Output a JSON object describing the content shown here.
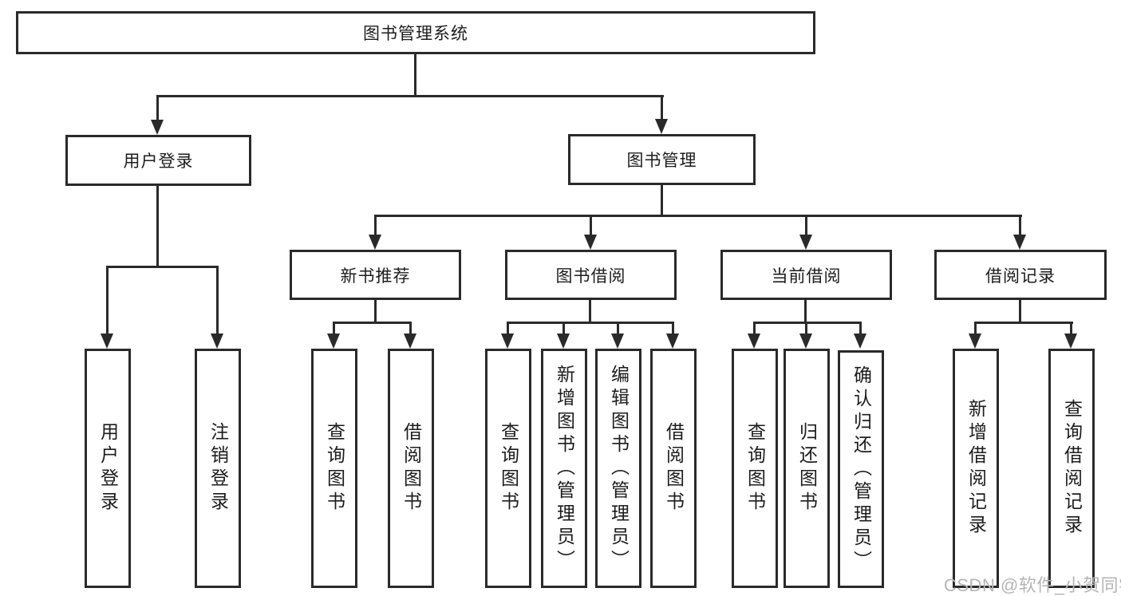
{
  "diagram": {
    "root": {
      "label": "图书管理系统"
    },
    "branches": [
      {
        "label": "用户登录",
        "children": [
          "用户登录",
          "注销登录"
        ]
      },
      {
        "label": "图书管理",
        "sections": [
          {
            "label": "新书推荐",
            "children": [
              "查询图书",
              "借阅图书"
            ]
          },
          {
            "label": "图书借阅",
            "children": [
              "查询图书",
              "新增图书（管理员）",
              "编辑图书（管理员）",
              "借阅图书"
            ]
          },
          {
            "label": "当前借阅",
            "children": [
              "查询图书",
              "归还图书",
              "确认归还（管理员）"
            ]
          },
          {
            "label": "借阅记录",
            "children": [
              "新增借阅记录",
              "查询借阅记录"
            ]
          }
        ]
      }
    ],
    "watermark": "CSDN @软件_小贺同学",
    "colors": {
      "border": "#2a2a2a",
      "text": "#1c1c1c",
      "background": "#ffffff",
      "watermark": "#b5b5b5"
    }
  }
}
